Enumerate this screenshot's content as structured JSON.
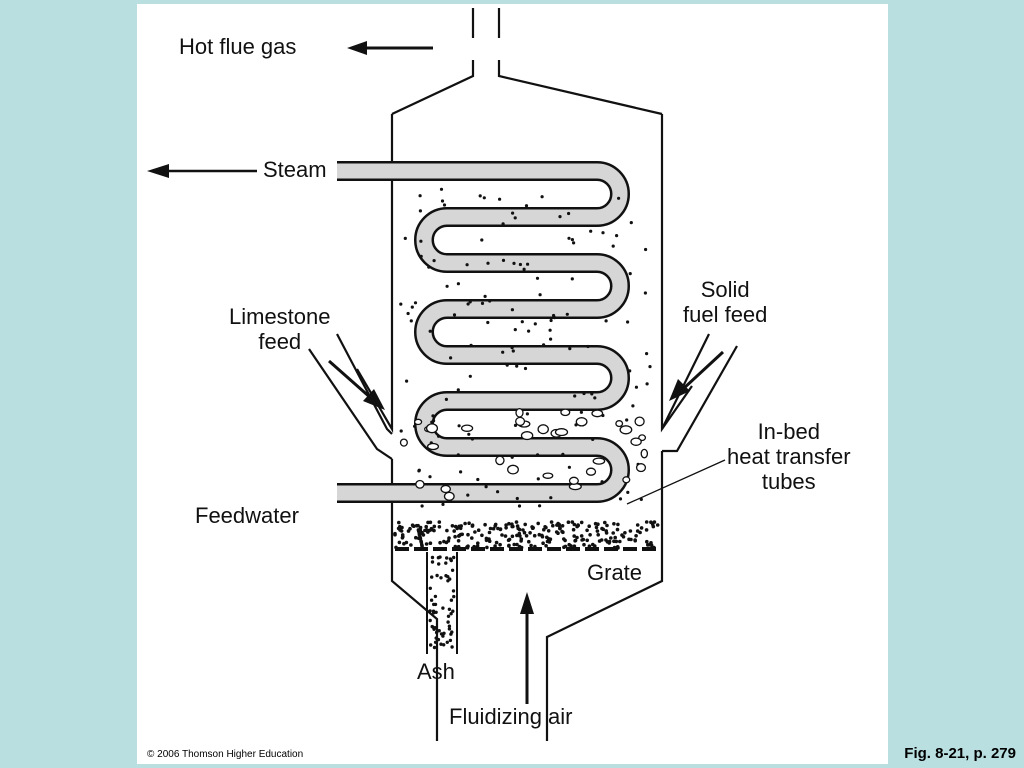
{
  "labels": {
    "hot_flue_gas": "Hot flue gas",
    "steam": "Steam",
    "limestone_feed": "Limestone\nfeed",
    "solid_fuel_feed": "Solid\nfuel feed",
    "in_bed_tubes": "In-bed\nheat transfer\ntubes",
    "feedwater": "Feedwater",
    "grate": "Grate",
    "ash": "Ash",
    "fluidizing_air": "Fluidizing air"
  },
  "footer": {
    "copyright": "© 2006 Thomson Higher Education",
    "figure_ref": "Fig. 8-21, p. 279"
  },
  "colors": {
    "background": "#b9dfe1",
    "panel": "#ffffff",
    "ink": "#111111",
    "tube_fill": "#d6d6d6"
  }
}
